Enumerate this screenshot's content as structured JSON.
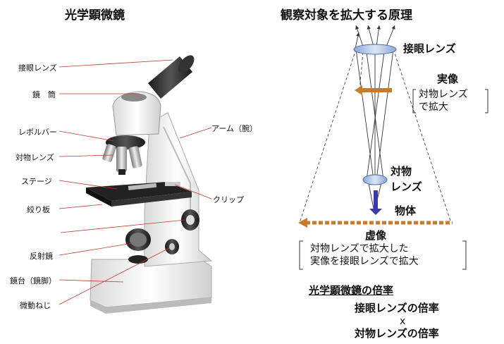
{
  "left": {
    "title": "光学顕微鏡",
    "labels": {
      "eyepiece": "接眼レンズ",
      "tube": "鏡　筒",
      "revolver": "レボルバー",
      "objective": "対物レンズ",
      "stage": "ステージ",
      "diaphragm": "絞り板",
      "mirror": "反射鏡",
      "base": "鏡台（鏡脚）",
      "fine": "微動ねじ",
      "arm": "アーム（腕）",
      "clip": "クリップ"
    }
  },
  "right": {
    "title": "観察対象を拡大する原理",
    "eyepiece": "接眼レンズ",
    "real_image": "実像",
    "real_note_1": "対物レンズ",
    "real_note_2": "で拡大",
    "objective_1": "対物",
    "objective_2": "レンズ",
    "object": "物体",
    "virtual_image": "虚像",
    "virtual_note_1": "対物レンズで拡大した",
    "virtual_note_2": "実像を接眼レンズで拡大",
    "mag_title": "光学顕微鏡の倍率",
    "mag_line1": "接眼レンズの倍率",
    "mag_x": "x",
    "mag_line2": "対物レンズの倍率"
  }
}
